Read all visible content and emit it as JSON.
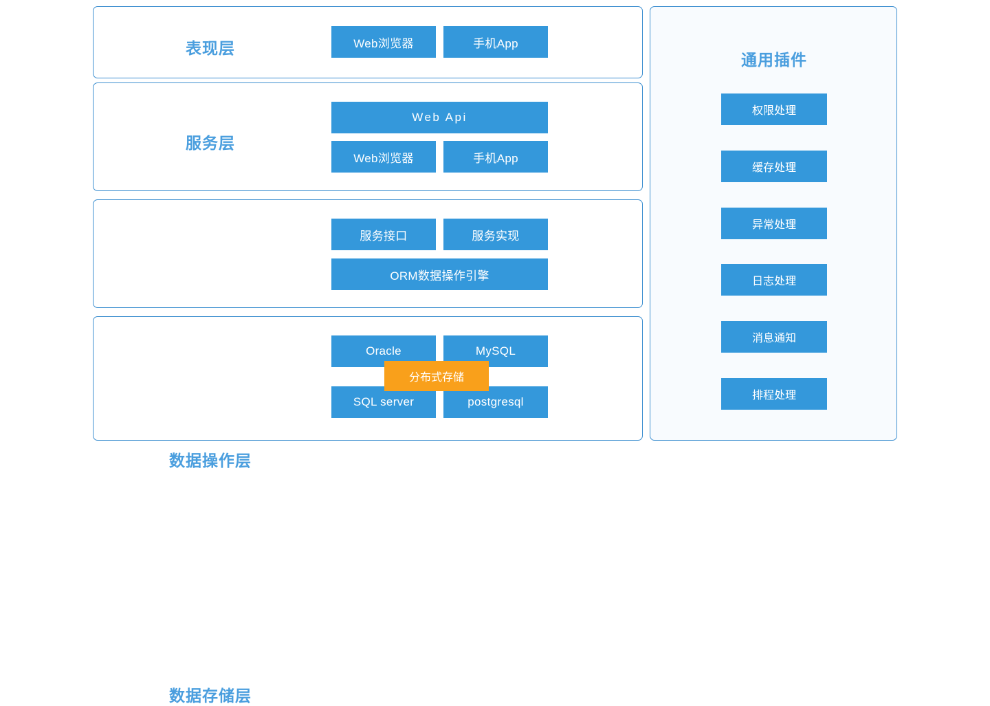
{
  "theme": {
    "node_blue": "#3498db",
    "accent_orange": "#f9a01b",
    "panel_border": "#3d8fd0",
    "title_blue": "#4a9ede",
    "plugin_panel_bg": "#f8fbfe",
    "page_bg": "#ffffff"
  },
  "layers": [
    {
      "id": "presentation",
      "title": "表现层",
      "nodes": [
        {
          "label": "Web浏览器"
        },
        {
          "label": "手机App"
        }
      ]
    },
    {
      "id": "service",
      "title": "服务层",
      "nodes": [
        {
          "label": "Web Api"
        },
        {
          "label": "Web浏览器"
        },
        {
          "label": "手机App"
        }
      ]
    },
    {
      "id": "data-operation",
      "title": "数据操作层",
      "nodes": [
        {
          "label": "服务接口"
        },
        {
          "label": "服务实现"
        },
        {
          "label": "ORM数据操作引擎"
        }
      ]
    },
    {
      "id": "data-storage",
      "title": "数据存储层",
      "nodes": [
        {
          "label": "Oracle"
        },
        {
          "label": "MySQL"
        },
        {
          "label": "SQL server"
        },
        {
          "label": "postgresql"
        }
      ],
      "accent_node": {
        "label": "分布式存储"
      }
    }
  ],
  "plugins": {
    "title": "通用插件",
    "items": [
      {
        "label": "权限处理"
      },
      {
        "label": "缓存处理"
      },
      {
        "label": "异常处理"
      },
      {
        "label": "日志处理"
      },
      {
        "label": "消息通知"
      },
      {
        "label": "排程处理"
      }
    ]
  }
}
